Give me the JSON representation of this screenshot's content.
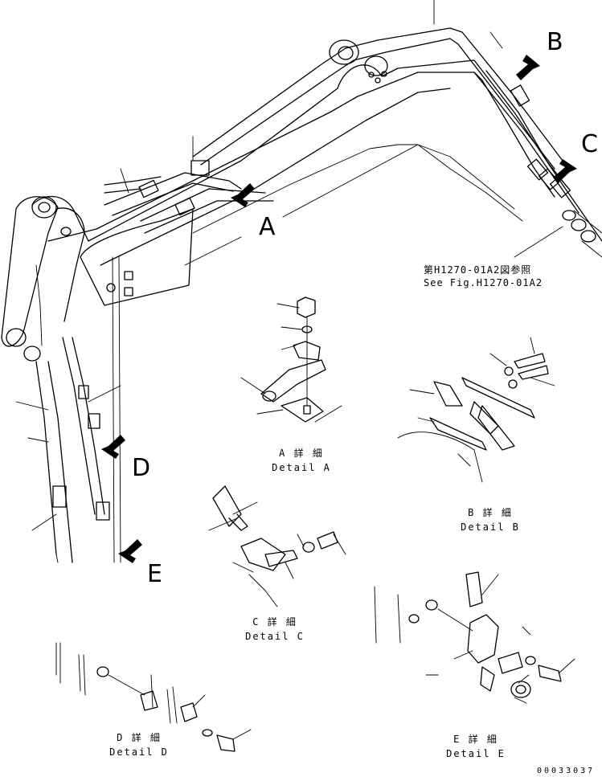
{
  "callouts": {
    "a": "A",
    "b": "B",
    "c": "C",
    "d": "D",
    "e": "E"
  },
  "reference": {
    "line1": "第H1270-01A2図参照",
    "line2": "See Fig.H1270-01A2"
  },
  "details": {
    "a": {
      "jp": "A 詳 細",
      "en": "Detail A"
    },
    "b": {
      "jp": "B 詳 細",
      "en": "Detail B"
    },
    "c": {
      "jp": "C 詳 細",
      "en": "Detail C"
    },
    "d": {
      "jp": "D 詳 細",
      "en": "Detail D"
    },
    "e": {
      "jp": "E 詳 細",
      "en": "Detail E"
    }
  },
  "drawing_number": "00033037"
}
